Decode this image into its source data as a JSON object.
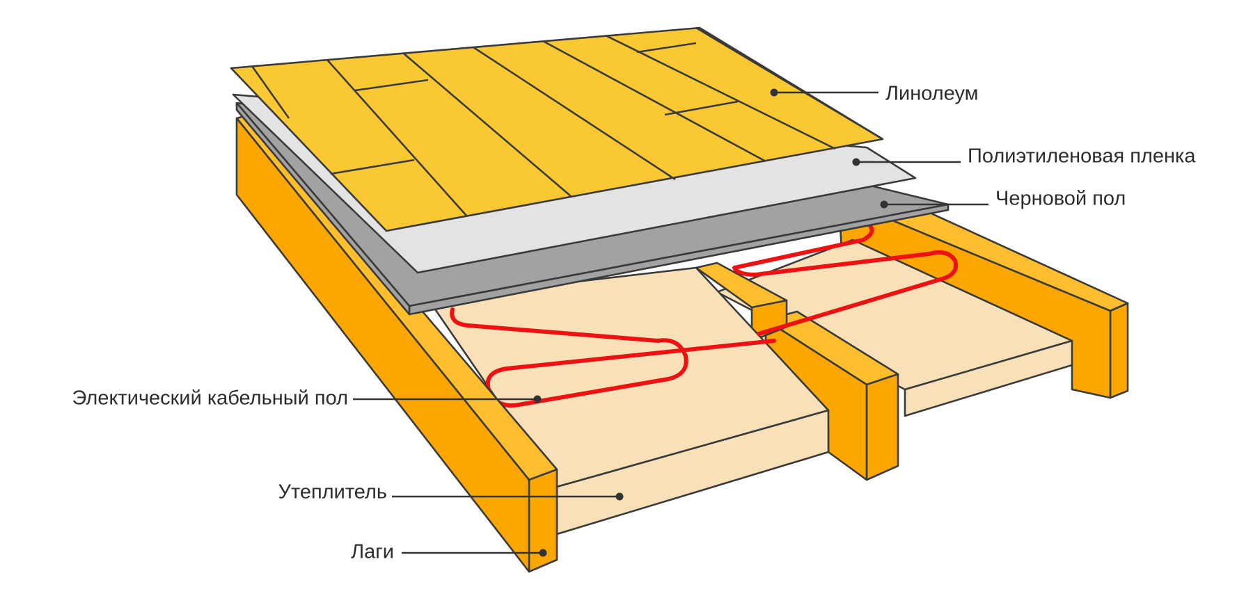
{
  "labels": {
    "linoleum": "Линолеум",
    "poly_film": "Полиэтиленовая пленка",
    "subfloor": "Черновой пол",
    "cable_floor": "Электический кабельный пол",
    "insulation": "Утеплитель",
    "joists": "Лаги"
  },
  "colors": {
    "linoleum": "#F9C833",
    "film": "#E3E3E3",
    "subfloor": "#A2A2A2",
    "joist_top": "#FFBE2E",
    "joist_face": "#FBA700",
    "insulation": "#F8E1B8",
    "cable": "#EE1111",
    "outline": "#3A3A3A",
    "text": "#2D2D2D"
  }
}
